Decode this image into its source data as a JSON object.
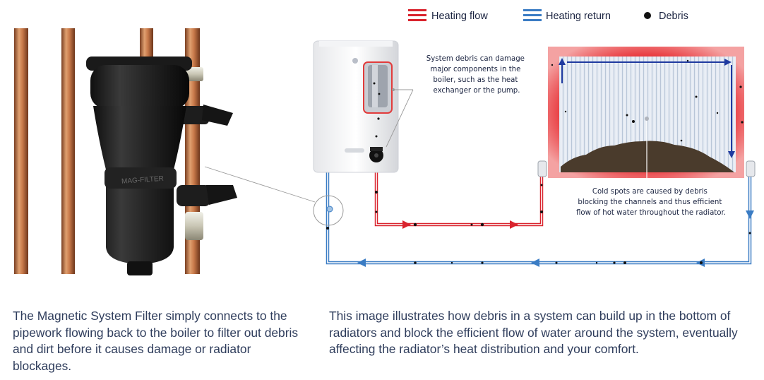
{
  "legend": {
    "heating_flow": "Heating flow",
    "heating_return": "Heating return",
    "debris": "Debris"
  },
  "colors": {
    "flow": "#d9232d",
    "return": "#3a7cc4",
    "debris": "#111111",
    "radiator_glow": "#e8353a",
    "copper": "#c8794a"
  },
  "callouts": {
    "boiler": [
      "System debris can damage",
      "major components in the",
      "boiler, such as the heat",
      "exchanger or the pump."
    ],
    "radiator": [
      "Cold spots are caused by debris",
      "blocking the channels and thus efficient",
      "flow of hot water throughout the radiator."
    ]
  },
  "product": {
    "filter_label": "MAG-FILTER"
  },
  "captions": {
    "left": "The Magnetic System Filter simply connects to the pipework flowing back to the boiler to filter out debris and dirt before it causes damage or radiator blockages.",
    "right": "This image illustrates how debris in a system can build up in the bottom of radiators and block the efficient flow of water around the system, eventually affecting the radiator’s heat distribution and your comfort."
  }
}
